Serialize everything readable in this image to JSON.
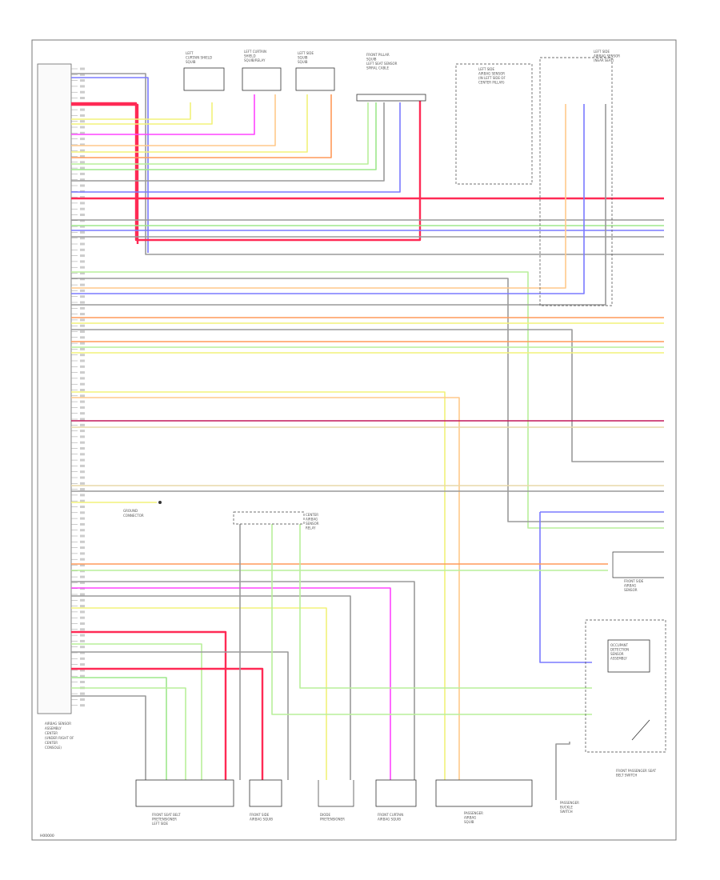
{
  "diagram": {
    "footer_code": "H00000",
    "main_module": {
      "label_lines": [
        "AIRBAG SENSOR",
        "ASSEMBLY",
        "CENTER",
        "(UNDER RIGHT OF",
        "CENTER",
        "CONSOLE)"
      ]
    },
    "top_components": [
      {
        "id": "c1",
        "lines": [
          "LEFT",
          "CURTAIN SHIELD",
          "SQUIB"
        ]
      },
      {
        "id": "c2",
        "lines": [
          "LEFT CURTAIN",
          "SHIELD",
          "SQUIB/RELAY"
        ]
      },
      {
        "id": "c3",
        "lines": [
          "LEFT SIDE",
          "SQUIB",
          "SQUIB"
        ]
      },
      {
        "id": "c4",
        "lines": [
          "FRONT PILLAR",
          "SQUIB",
          "LEFT SEAT SENSOR",
          "SPIRAL CABLE"
        ]
      },
      {
        "id": "c5",
        "lines": [
          "LEFT SIDE",
          "AIRBAG SENSOR",
          "(IN LEFT SIDE OF",
          "CENTER PILLAR)"
        ]
      },
      {
        "id": "c6",
        "lines": [
          "LEFT SIDE",
          "AIRBAG SENSOR",
          "(NEAR SEAT)"
        ]
      }
    ],
    "bottom_components": [
      {
        "id": "b1",
        "lines": [
          "FRONT SEAT BELT",
          "PRETENSIONER",
          "LEFT SIDE"
        ]
      },
      {
        "id": "b2",
        "lines": [
          "FRONT SIDE",
          "AIRBAG SQUIB"
        ]
      },
      {
        "id": "b3",
        "lines": [
          "DIODE",
          "PRETENSIONER"
        ]
      },
      {
        "id": "b4",
        "lines": [
          "FRONT CURTAIN",
          "AIRBAG SQUIB"
        ]
      },
      {
        "id": "b5",
        "lines": [
          "PASSENGER",
          "AIRBAG",
          "SQUIB"
        ]
      }
    ],
    "right_components": [
      {
        "id": "r1",
        "lines": [
          "FRONT SIDE",
          "AIRBAG",
          "SENSOR"
        ]
      },
      {
        "id": "r2",
        "lines": [
          "OCCUPANT",
          "DETECTION",
          "SENSOR",
          "ASSEMBLY"
        ]
      },
      {
        "id": "r3",
        "lines": [
          "FRONT PASSENGER SEAT",
          "BELT SWITCH"
        ]
      },
      {
        "id": "r4",
        "lines": [
          "PASSENGER",
          "BUCKLE",
          "SWITCH"
        ]
      }
    ],
    "center_connector": {
      "lines": [
        "CENTER",
        "AIRBAG",
        "SENSOR",
        "RELAY"
      ]
    },
    "ground_note": {
      "lines": [
        "GROUND",
        "CONNECTOR"
      ]
    }
  },
  "colors": {
    "red": "#ff2a55",
    "yellow": "#f2f27a",
    "magenta": "#ff44ff",
    "peach": "#ffc98a",
    "green": "#9ee88c",
    "lightgreen": "#b8ef9a",
    "blue": "#7a7aff",
    "gray": "#9a9a9a",
    "orange": "#ff9a5a",
    "crimson": "#c2185b",
    "tan": "#e8d8a8"
  }
}
